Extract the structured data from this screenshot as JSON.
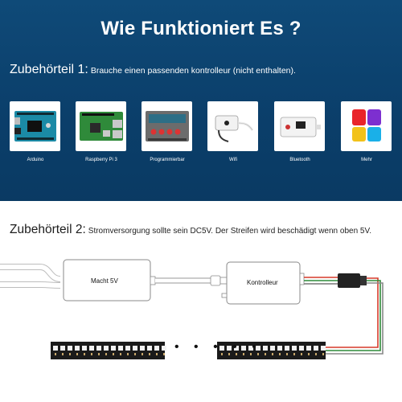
{
  "header": {
    "title": "Wie Funktioniert Es ?"
  },
  "section1": {
    "prefix": "Zubehörteil 1:",
    "text": "Brauche einen passenden kontrolleur (nicht enthalten)."
  },
  "controllers": [
    {
      "label": "Arduino"
    },
    {
      "label": "Raspberry Pi 3"
    },
    {
      "label": "Programmierbar"
    },
    {
      "label": "Wifi"
    },
    {
      "label": "Bluetooth"
    },
    {
      "label": "Mehr"
    }
  ],
  "section2": {
    "prefix": "Zubehörteil 2:",
    "text": "Stromversorgung sollte sein DC5V. Der Streifen wird beschädigt wenn oben 5V."
  },
  "diagram": {
    "power_label": "Macht 5V",
    "controller_label": "Kontrolleur",
    "ellipsis": "• • • • •"
  },
  "colors": {
    "header_bg": "#0c416e",
    "wire_red": "#d63a2a",
    "wire_green": "#2e8b3a",
    "strip": "#1b1b1b"
  }
}
